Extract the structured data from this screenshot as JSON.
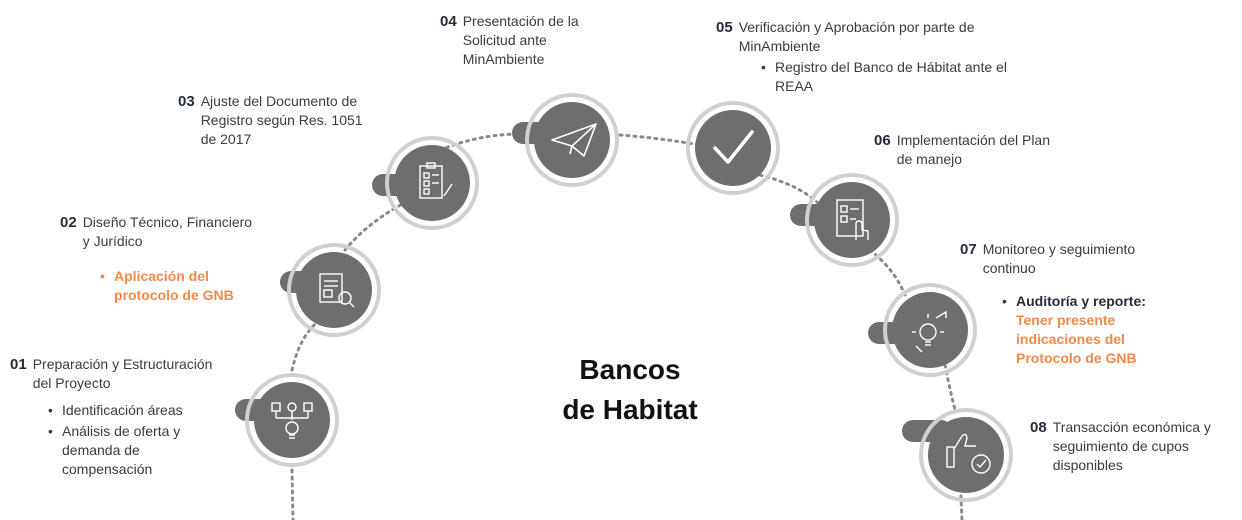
{
  "title": {
    "line1": "Bancos",
    "line2": "de Habitat"
  },
  "colors": {
    "circle": "#6e6e6e",
    "ring": "#b8b8b8",
    "accent": "#f08a4b",
    "dots": "#8a8a8a"
  },
  "steps": [
    {
      "num": "01",
      "text": "Preparación y Estructuración del Proyecto",
      "bullets": [
        "Identificación áreas",
        "Análisis de oferta y demanda de compensación"
      ],
      "icon": "network-lightbulb-icon"
    },
    {
      "num": "02",
      "text": "Diseño Técnico, Financiero y Jurídico",
      "bullets_highlight": [
        "Aplicación del protocolo de GNB"
      ],
      "icon": "document-magnifier-icon"
    },
    {
      "num": "03",
      "text": "Ajuste del Documento de Registro según Res. 1051 de 2017",
      "icon": "clipboard-checklist-icon"
    },
    {
      "num": "04",
      "text": "Presentación de la Solicitud ante MinAmbiente",
      "icon": "paper-plane-icon"
    },
    {
      "num": "05",
      "text": "Verificación y Aprobación por parte de MinAmbiente",
      "bullets": [
        "Registro del Banco de Hábitat ante el REAA"
      ],
      "icon": "checkmark-icon"
    },
    {
      "num": "06",
      "text": "Implementación del Plan de manejo",
      "icon": "checklist-hand-icon"
    },
    {
      "num": "07",
      "text": "Monitoreo y seguimiento continuo",
      "audit_label": "Auditoría y reporte:",
      "audit_highlight": "Tener presente indicaciones del Protocolo de GNB",
      "icon": "lightbulb-arrows-icon"
    },
    {
      "num": "08",
      "text": "Transacción económica y seguimiento de cupos disponibles",
      "icon": "thumbs-up-icon"
    }
  ]
}
